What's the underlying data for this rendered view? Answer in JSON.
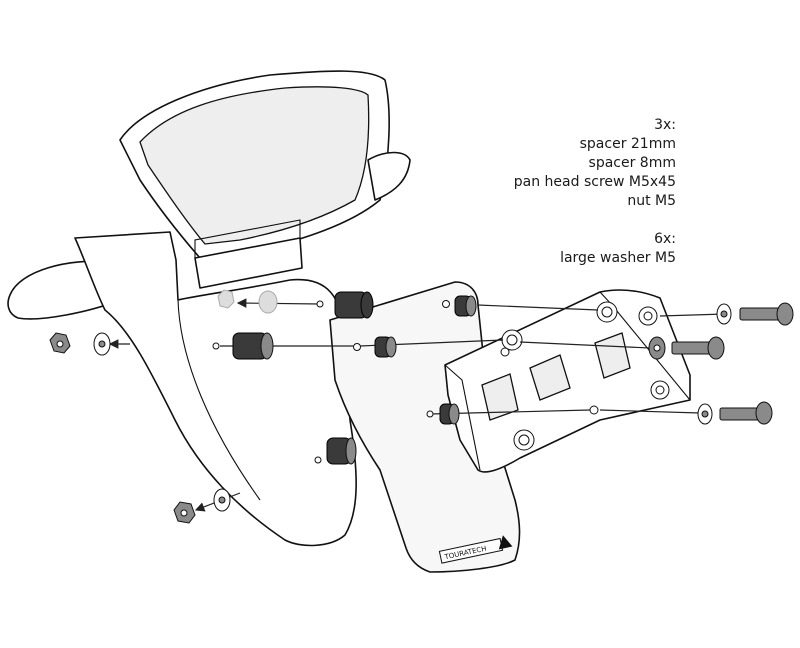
{
  "parts_list": {
    "group1_qty": "3x:",
    "group1_items": [
      "spacer 21mm",
      "spacer 8mm",
      "pan head screw M5x45",
      "nut M5"
    ],
    "group2_qty": "6x:",
    "group2_items": [
      "large washer M5"
    ]
  },
  "plate_logo_text": "TOURATECH"
}
